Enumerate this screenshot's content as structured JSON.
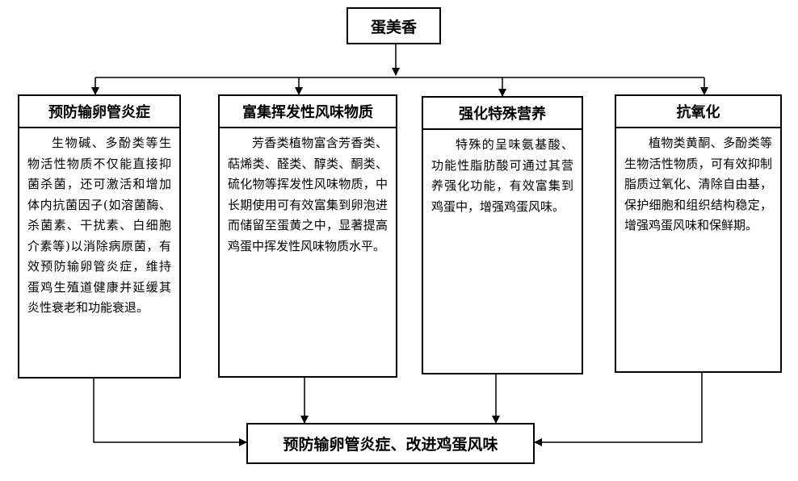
{
  "root": {
    "label": "蛋美香"
  },
  "columns": [
    {
      "title": "预防输卵管炎症",
      "body": "生物碱、多酚类等生物活性物质不仅能直接抑菌杀菌，还可激活和增加体内抗菌因子(如溶菌酶、杀菌素、干扰素、白细胞介素等)以消除病原菌，有效预防输卵管炎症，维持蛋鸡生殖道健康并延缓其炎性衰老和功能衰退。"
    },
    {
      "title": "富集挥发性风味物质",
      "body": "芳香类植物富含芳香类、萜烯类、醛类、醇类、酮类、硫化物等挥发性风味物质，中长期使用可有效富集到卵泡进而储留至蛋黄之中，显著提高鸡蛋中挥发性风味物质水平。"
    },
    {
      "title": "强化特殊营养",
      "body": "特殊的呈味氨基酸、功能性脂肪酸可通过其营养强化功能，有效富集到鸡蛋中，增强鸡蛋风味。"
    },
    {
      "title": "抗氧化",
      "body": "植物类黄酮、多酚类等生物活性物质，可有效抑制脂质过氧化、清除自由基，保护细胞和组织结构稳定，增强鸡蛋风味和保鲜期。"
    }
  ],
  "result": {
    "label": "预防输卵管炎症、改进鸡蛋风味"
  }
}
